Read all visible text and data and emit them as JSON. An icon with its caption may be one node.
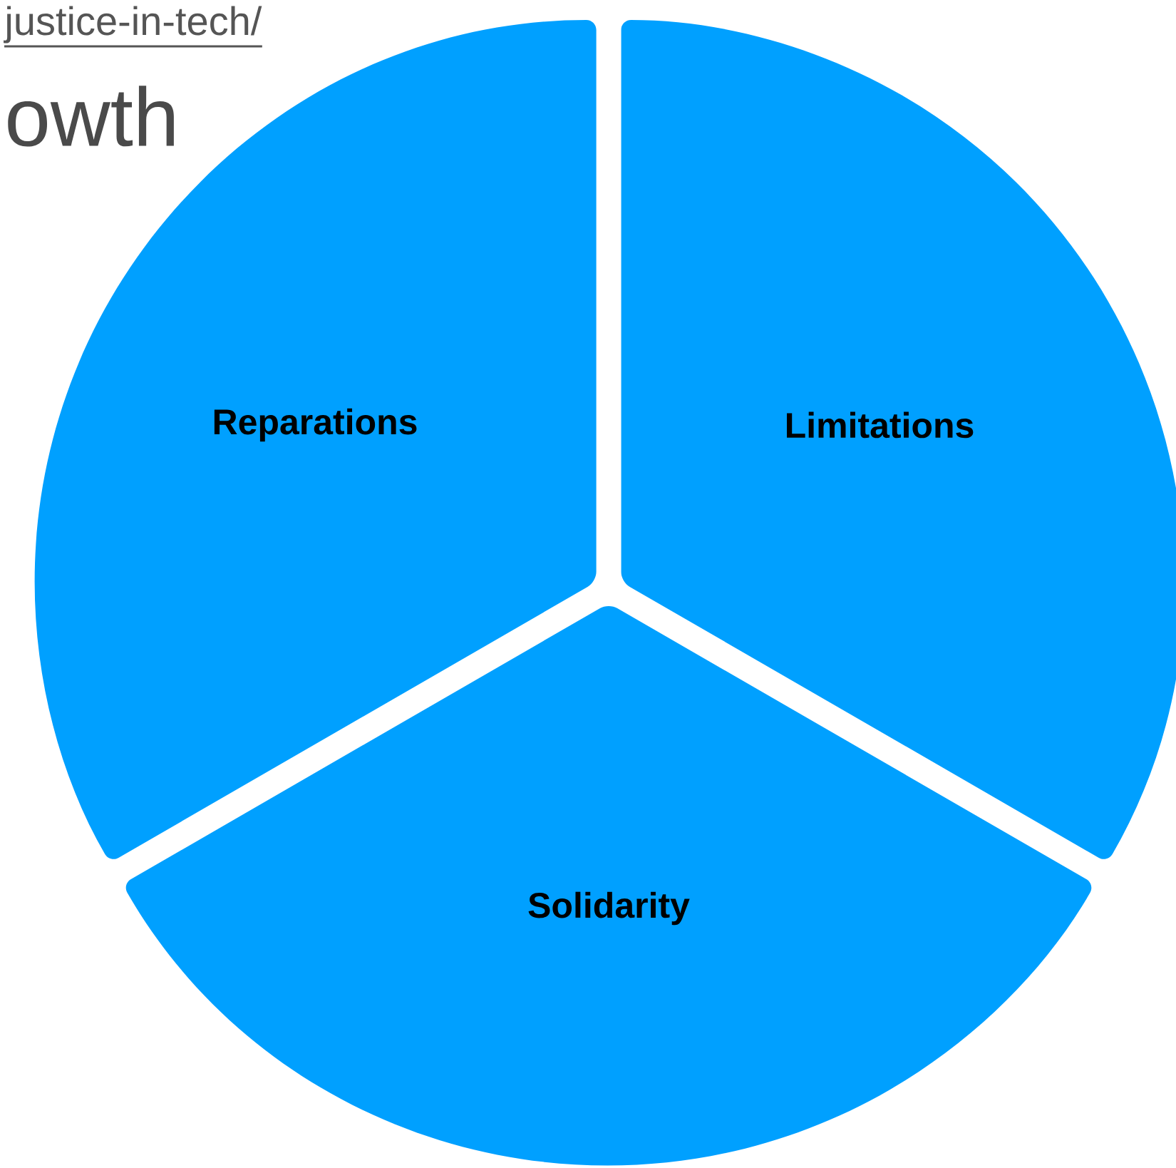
{
  "diagram": {
    "nodes": [
      {
        "text": [
          "Reparations"
        ]
      },
      {
        "text": [
          "Limitations"
        ]
      },
      {
        "text": [
          "Solidarity"
        ]
      }
    ],
    "labels": [
      "justice-in-tech/",
      "owth"
    ]
  }
}
